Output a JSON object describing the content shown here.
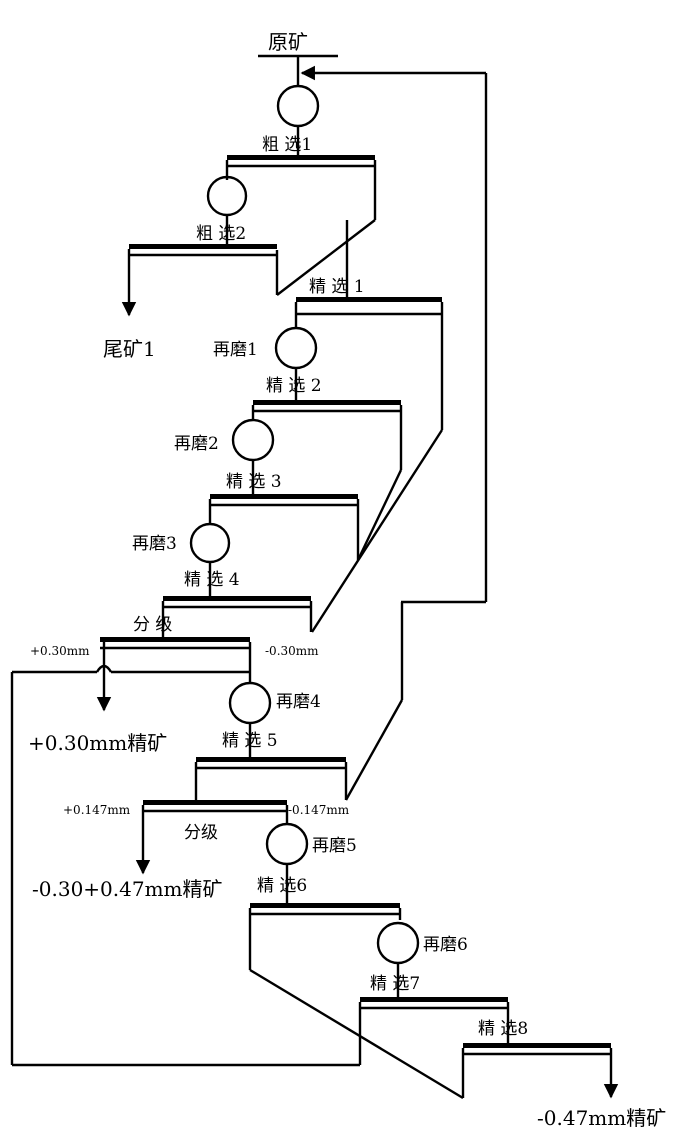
{
  "labels": {
    "feed": "原矿",
    "rougher1": "粗  选1",
    "rougher2": "粗  选2",
    "tail1": "尾矿1",
    "cleaner1": "精  选 1",
    "regrind1": "再磨1",
    "cleaner2": "精  选 2",
    "regrind2": "再磨2",
    "cleaner3": "精  选 3",
    "regrind3": "再磨3",
    "cleaner4": "精  选 4",
    "classify1": "分  级",
    "plus030": "+0.30mm",
    "minus030": "-0.30mm",
    "conc_plus030": "+0.30mm精矿",
    "regrind4": "再磨4",
    "cleaner5": "精  选 5",
    "plus0147": "+0.147mm",
    "minus0147": "-0.147mm",
    "classify2": "分级",
    "regrind5": "再磨5",
    "conc_mid": "-0.30+0.47mm精矿",
    "cleaner6": "精  选6",
    "regrind6": "再磨6",
    "cleaner7": "精  选7",
    "cleaner8": "精  选8",
    "conc_final": "-0.47mm精矿"
  }
}
